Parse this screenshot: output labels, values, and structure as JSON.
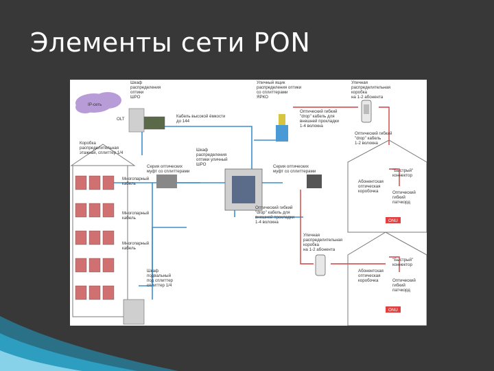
{
  "slide": {
    "title": "Элементы сети PON"
  },
  "diagram": {
    "cloud": {
      "label": "IP-сеть"
    },
    "olt": {
      "label": "OLT"
    },
    "labels": {
      "shkaf_rasp_top": [
        "Шкаф",
        "распределения",
        "оптики",
        "ШРО"
      ],
      "ulichny_yaschik": [
        "Уличный ящик",
        "распределения оптики",
        "со сплиттерами",
        "ЯРКО"
      ],
      "ulichnaya_korobka_top": [
        "Уличная",
        "распределительная",
        "коробка",
        "на 1-2 абонента"
      ],
      "kabel_vysokoy": [
        "Кабель высокой ёмкости",
        "до 144"
      ],
      "opt_drop_1": [
        "Оптический гибкий",
        "\"drop\" кабель для",
        "внешней прокладки",
        "1-4 волокна"
      ],
      "opt_drop_2": [
        "Оптический гибкий",
        "\"drop\" кабель",
        "1-2 волокна"
      ],
      "korobka_etazh": [
        "Коробка",
        "распределительная",
        "этажная, сплиттер 1/4"
      ],
      "seriya_muft_left": [
        "Серия оптических",
        "муфт со сплиттерами"
      ],
      "shkaf_ulichny": [
        "Шкаф",
        "распределения",
        "оптики уличный",
        "ШРО"
      ],
      "seriya_muft_right": [
        "Серия оптических",
        "муфт со сплиттерами"
      ],
      "bystry_1": [
        "\"Быстрый\"",
        "коннектор"
      ],
      "abonent_1": [
        "Абонентская",
        "оптическая",
        "коробочка"
      ],
      "patchcord_1": [
        "Оптический",
        "гибкий",
        "патчкорд"
      ],
      "onu_1": "ONU",
      "mnogoparny_1": [
        "Многопарный",
        "кабель"
      ],
      "mnogoparny_2": [
        "Многопарный",
        "кабель"
      ],
      "mnogoparny_3": [
        "Многопарный",
        "кабель"
      ],
      "opt_drop_3": [
        "Оптический гибкий",
        "\"drop\" кабель для",
        "внешней прокладки",
        "1-4 волокна"
      ],
      "ulichnaya_korobka_bottom": [
        "Уличная",
        "распределительная",
        "коробка",
        "на 1-2 абонента"
      ],
      "bystry_2": [
        "\"Быстрый\"",
        "коннектор"
      ],
      "abonent_2": [
        "Абонентская",
        "оптическая",
        "коробочка"
      ],
      "patchcord_2": [
        "Оптический",
        "гибкий",
        "патчкорд"
      ],
      "onu_2": "ONU",
      "shkaf_podvalny": [
        "Шкаф",
        "подвальный",
        "под сплиттер",
        "сплиттер 1/4"
      ]
    },
    "colors": {
      "fiber_blue": "#3a8fd0",
      "fiber_red": "#d04040",
      "slide_bg": "#383838",
      "panel_bg": "#ffffff",
      "accent_teal": "#1f9fc8"
    }
  }
}
